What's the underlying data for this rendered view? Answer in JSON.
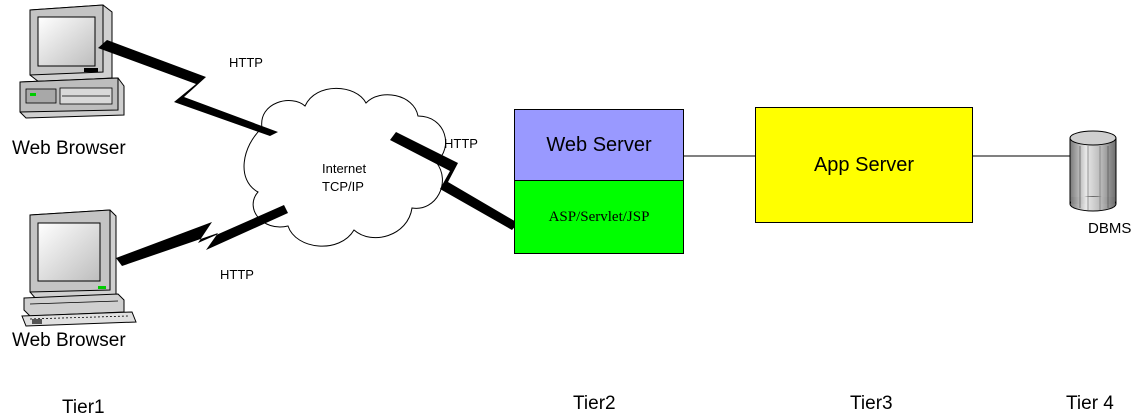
{
  "clients": [
    {
      "label": "Web Browser"
    },
    {
      "label": "Web Browser"
    }
  ],
  "links": {
    "client_top_http": "HTTP",
    "client_bottom_http": "HTTP",
    "server_http": "HTTP"
  },
  "cloud": {
    "line1": "Internet",
    "line2": "TCP/IP"
  },
  "web_server": {
    "label": "Web Server",
    "layer_label": "ASP/Servlet/JSP",
    "top_color": "#9999ff",
    "bottom_color": "#00ff00"
  },
  "app_server": {
    "label": "App Server",
    "color": "#ffff00"
  },
  "database": {
    "label": "DBMS"
  },
  "tiers": [
    "Tier1",
    "Tier2",
    "Tier3",
    "Tier 4"
  ]
}
